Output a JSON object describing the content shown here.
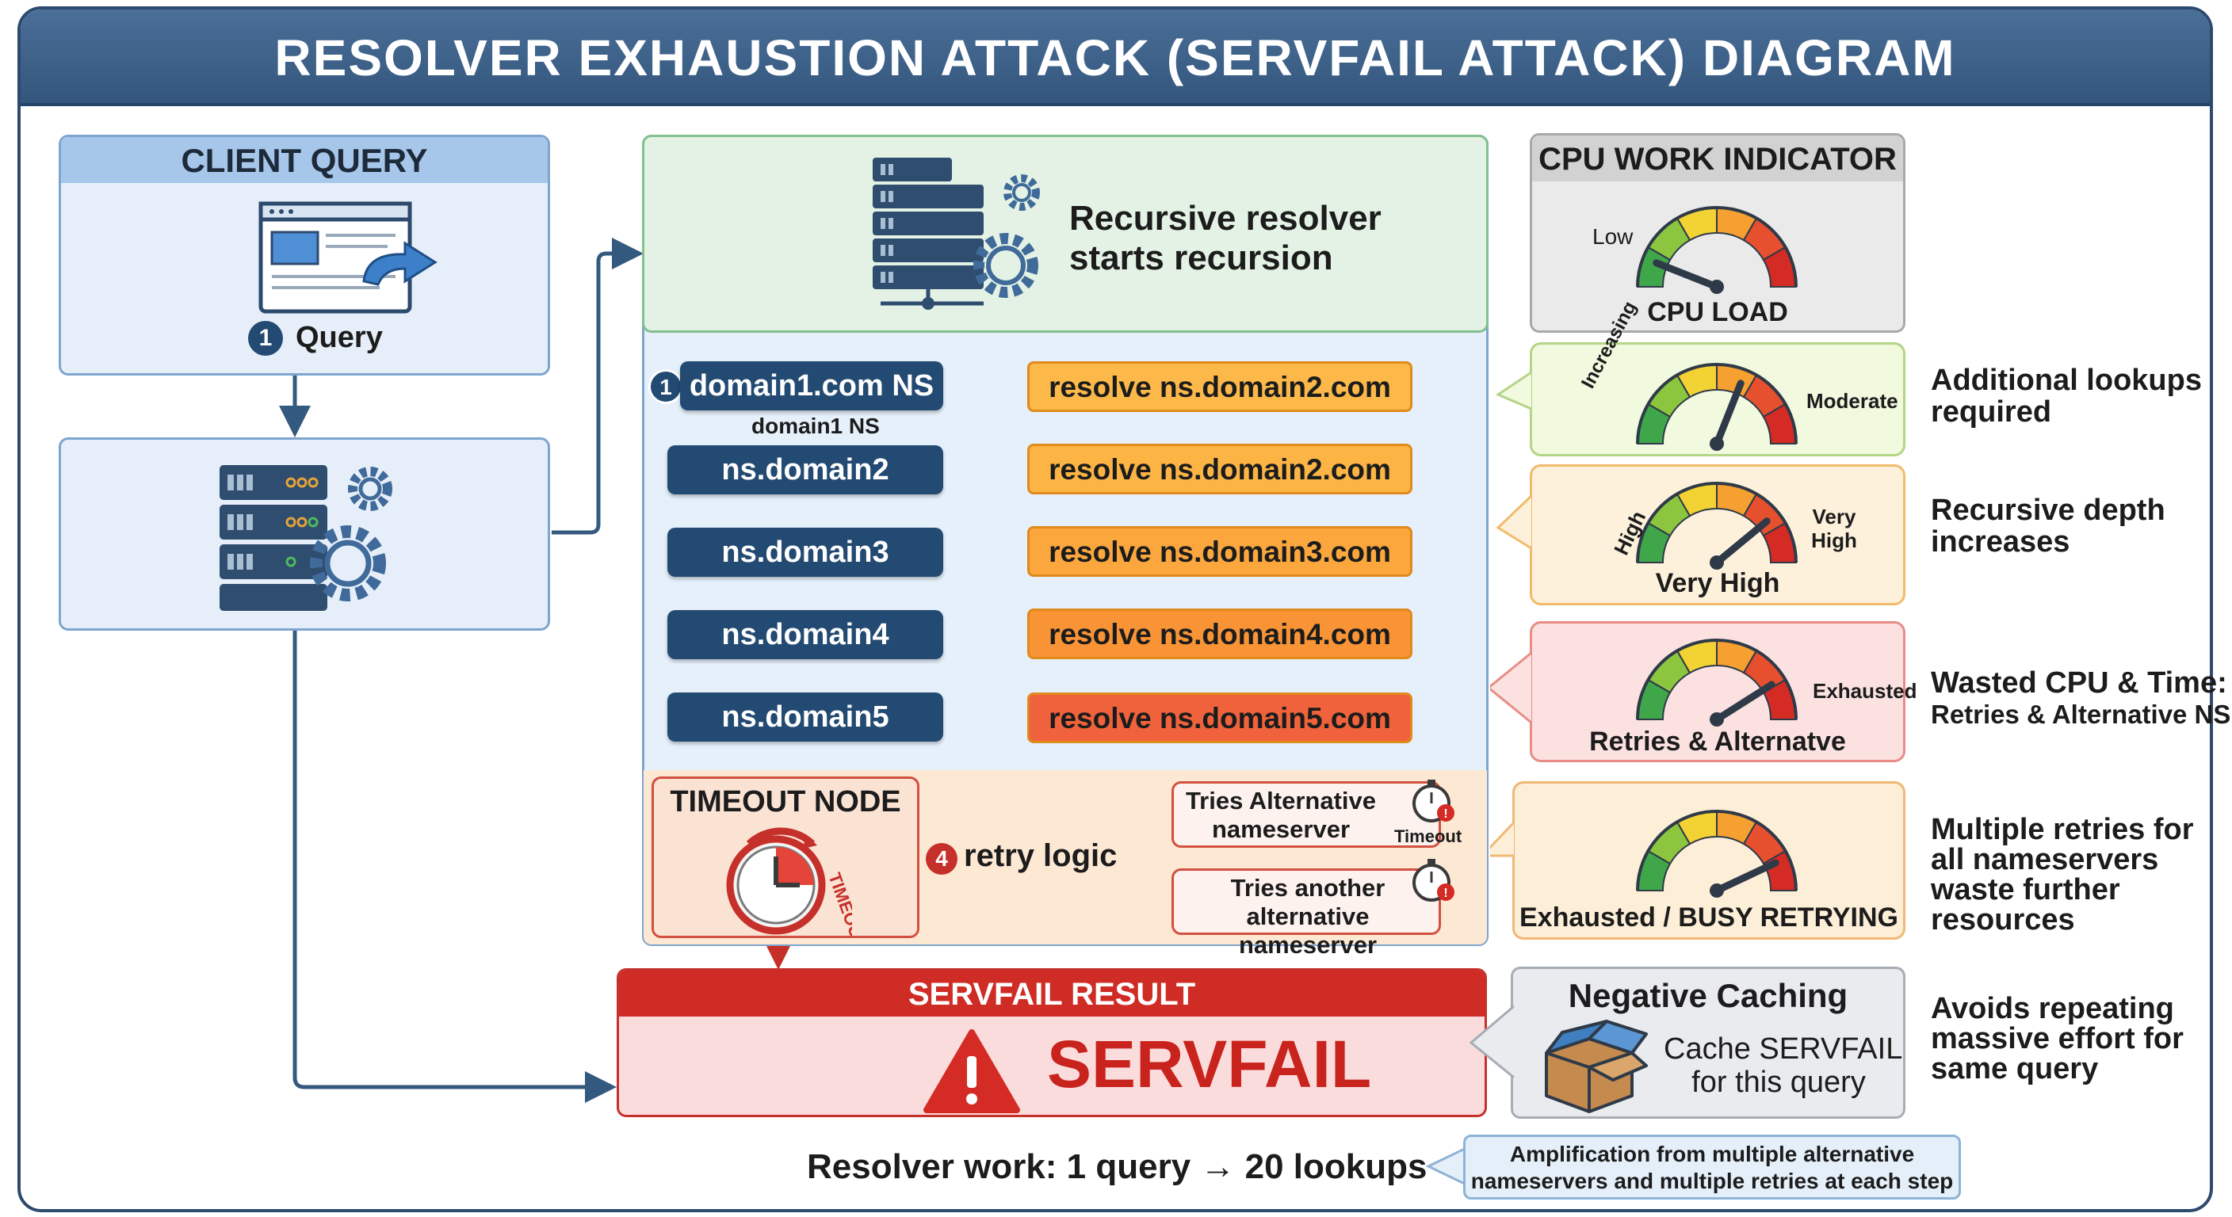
{
  "title": "RESOLVER EXHAUSTION ATTACK (SERVFAIL ATTACK) DIAGRAM",
  "client": {
    "header": "CLIENT QUERY",
    "step_number": "1",
    "step_label": "Query"
  },
  "resolver": {
    "label": "Recursive resolver starts recursion"
  },
  "chain": {
    "first_step_number": "1",
    "first_node": "domain1.com NS",
    "first_sublabel": "domain1 NS",
    "nodes": [
      "ns.domain2",
      "ns.domain3",
      "ns.domain4",
      "ns.domain5"
    ],
    "resolves": [
      "resolve ns.domain2.com",
      "resolve ns.domain2.com",
      "resolve ns.domain3.com",
      "resolve ns.domain4.com",
      "resolve ns.domain5.com"
    ],
    "resolve_colors": [
      "#fcb94a",
      "#fcb444",
      "#fba73d",
      "#f99436",
      "#f0623b"
    ]
  },
  "timeout": {
    "header": "TIMEOUT NODE",
    "clock_label": "TIMEOUT",
    "step_number": "4",
    "retry_label": "retry logic",
    "option1": "Tries Alternative nameserver",
    "option1_timer": "Timeout",
    "option2": "Tries another alternative nameserver"
  },
  "servfail": {
    "header": "SERVFAIL RESULT",
    "text": "SERVFAIL"
  },
  "cpu": {
    "header": "CPU WORK INDICATOR",
    "low_label": "Low",
    "load_label": "CPU LOAD",
    "level": 0.12
  },
  "gauges": [
    {
      "left_label": "Increasing",
      "right_label": "Moderate",
      "bottom_label": "",
      "level": 0.62,
      "card_color": "#f1f9df",
      "border_color": "#b4d486"
    },
    {
      "left_label": "High",
      "right_label": "Very High",
      "bottom_label": "Very High",
      "level": 0.78,
      "card_color": "#fdf1db",
      "border_color": "#f1bb6b"
    },
    {
      "left_label": "",
      "right_label": "Exhausted",
      "bottom_label": "Retries & Alternatve",
      "level": 0.82,
      "card_color": "#fbe2e1",
      "border_color": "#e88c87"
    },
    {
      "left_label": "",
      "right_label": "",
      "bottom_label": "Exhausted / BUSY RETRYING",
      "level": 0.86,
      "card_color": "#fdeed8",
      "border_color": "#f0b874"
    }
  ],
  "descriptions": [
    {
      "line1": "Additional lookups",
      "line2": "required",
      "line3": "",
      "line4": ""
    },
    {
      "line1": "Recursive depth",
      "line2": "increases",
      "line3": "",
      "line4": ""
    },
    {
      "line1": "Wasted CPU & Time:",
      "line2": "Retries & Alternative NS",
      "line3": "",
      "line4": ""
    },
    {
      "line1": "Multiple retries for",
      "line2": "all nameservers",
      "line3": "waste further",
      "line4": "resources"
    },
    {
      "line1": "Avoids repeating",
      "line2": "massive effort for",
      "line3": "same query",
      "line4": ""
    }
  ],
  "negative_cache": {
    "header": "Negative Caching",
    "line1": "Cache SERVFAIL",
    "line2": "for this query"
  },
  "footer": {
    "work": "Resolver work: 1 query → 20 lookups",
    "note_line1": "Amplification from multiple alternative",
    "note_line2": "nameservers and multiple retries at each step"
  },
  "colors": {
    "navy": "#234a72",
    "title_bar": "#3f6590",
    "servfail_red": "#d42b24",
    "client_panel": "#e4eef9",
    "resolver_panel": "#e3f1e4"
  }
}
